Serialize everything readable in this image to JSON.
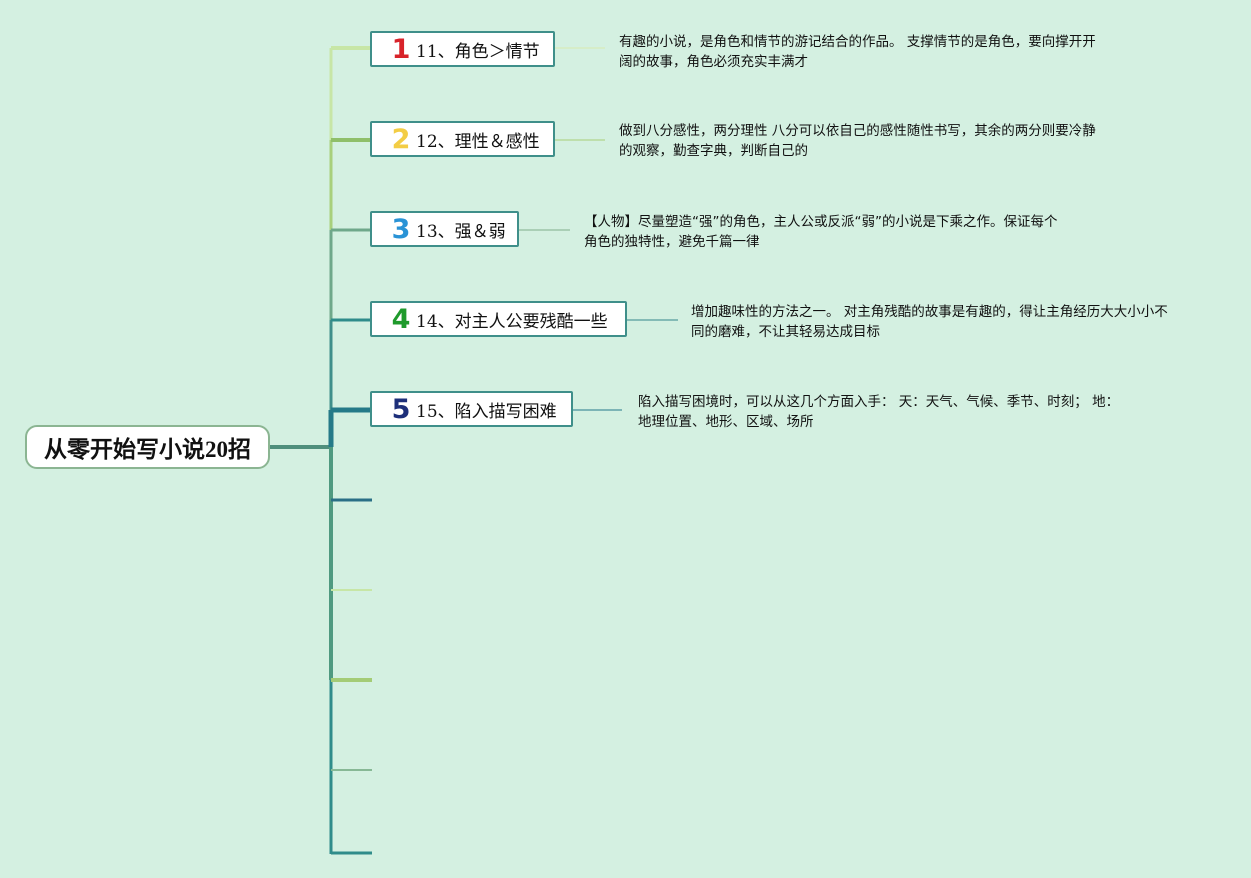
{
  "root": {
    "title": "从零开始写小说20招"
  },
  "topics": [
    {
      "number": "1",
      "label": "11、角色＞情节",
      "number_color": "#d8232a",
      "note_line1": "有趣的小说，是角色和情节的游记结合的作品。 支撑情节的是角色，要向撑开开",
      "note_line2": "阔的故事，角色必须充实丰满才"
    },
    {
      "number": "2",
      "label": "12、理性＆感性",
      "number_color": "#f3cd45",
      "note_line1": "做到八分感性，两分理性 八分可以依自己的感性随性书写，其余的两分则要冷静",
      "note_line2": "的观察，勤查字典，判断自己的"
    },
    {
      "number": "3",
      "label": "13、强＆弱",
      "number_color": "#2a93d6",
      "note_line1": "【人物】尽量塑造“强”的角色，主人公或反派“弱”的小说是下乘之作。保证每个",
      "note_line2": "角色的独特性，避免千篇一律"
    },
    {
      "number": "4",
      "label": "14、对主人公要残酷一些",
      "number_color": "#1f9a2c",
      "note_line1": "增加趣味性的方法之一。 对主角残酷的故事是有趣的，得让主角经历大大小小不",
      "note_line2": "同的磨难，不让其轻易达成目标"
    },
    {
      "number": "5",
      "label": "15、陷入描写困难",
      "number_color": "#1d2f7a",
      "note_line1": "陷入描写困境时，可以从这几个方面入手： 天：天气、气候、季节、时刻； 地：",
      "note_line2": "地理位置、地形、区域、场所"
    }
  ],
  "colors": {
    "background": "#d4f0e1",
    "branch_palette": [
      "#c7e6a6",
      "#8fbf6a",
      "#5f9f7e",
      "#2f8c8a",
      "#257a88",
      "#2a6f86",
      "#c7e6a6",
      "#a4cc76",
      "#87b895",
      "#2f8c8a"
    ]
  }
}
